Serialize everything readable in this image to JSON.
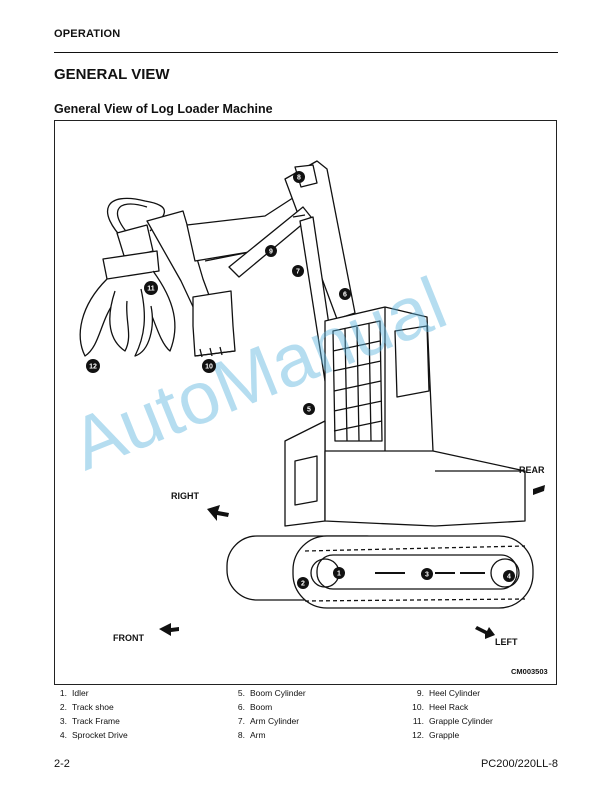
{
  "header": {
    "section": "OPERATION"
  },
  "page_title": "GENERAL VIEW",
  "figure": {
    "title": "General View of Log Loader Machine",
    "code": "CM003503",
    "directions": {
      "right": "RIGHT",
      "rear": "REAR",
      "front": "FRONT",
      "left": "LEFT"
    },
    "watermark": "AutoManual",
    "callouts": [
      "1",
      "2",
      "3",
      "4",
      "5",
      "6",
      "7",
      "8",
      "9",
      "10",
      "11",
      "12"
    ]
  },
  "legend": [
    {
      "num": "1.",
      "label": "Idler"
    },
    {
      "num": "2.",
      "label": "Track shoe"
    },
    {
      "num": "3.",
      "label": "Track Frame"
    },
    {
      "num": "4.",
      "label": "Sprocket Drive"
    },
    {
      "num": "5.",
      "label": "Boom Cylinder"
    },
    {
      "num": "6.",
      "label": "Boom"
    },
    {
      "num": "7.",
      "label": "Arm Cylinder"
    },
    {
      "num": "8.",
      "label": "Arm"
    },
    {
      "num": "9.",
      "label": "Heel Cylinder"
    },
    {
      "num": "10.",
      "label": "Heel Rack"
    },
    {
      "num": "11.",
      "label": "Grapple Cylinder"
    },
    {
      "num": "12.",
      "label": "Grapple"
    }
  ],
  "footer": {
    "page": "2-2",
    "model": "PC200/220LL-8"
  }
}
